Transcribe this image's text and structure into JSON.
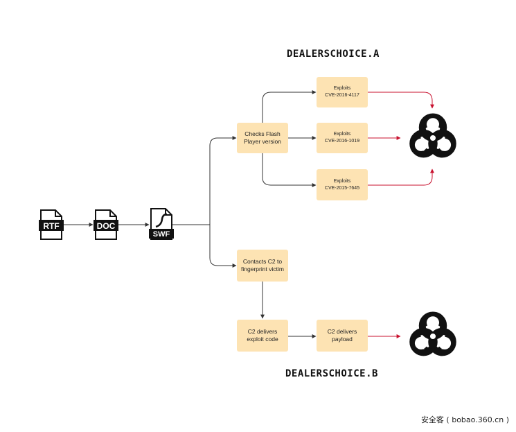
{
  "titles": {
    "variant_a": "DEALERSCHOICE.A",
    "variant_b": "DEALERSCHOICE.B"
  },
  "files": {
    "rtf": "RTF",
    "doc": "DOC",
    "swf": "SWF"
  },
  "boxes": {
    "checks_flash": "Checks Flash\nPlayer version",
    "exploit_1": "Exploits\nCVE-2016-4117",
    "exploit_2": "Exploits\nCVE-2016-1019",
    "exploit_3": "Exploits\nCVE-2015-7645",
    "contacts_c2": "Contacts C2 to\nfingerprint victim",
    "c2_exploit": "C2 delivers\nexploit code",
    "c2_payload": "C2 delivers\npayload"
  },
  "colors": {
    "box_fill": "#fde3b3",
    "arrow_black": "#333333",
    "arrow_red": "#c8102e"
  },
  "icons": {
    "payload_icon": "biohazard-icon",
    "file_icon": "document-icon"
  },
  "watermark": "安全客 ( bobao.360.cn )"
}
